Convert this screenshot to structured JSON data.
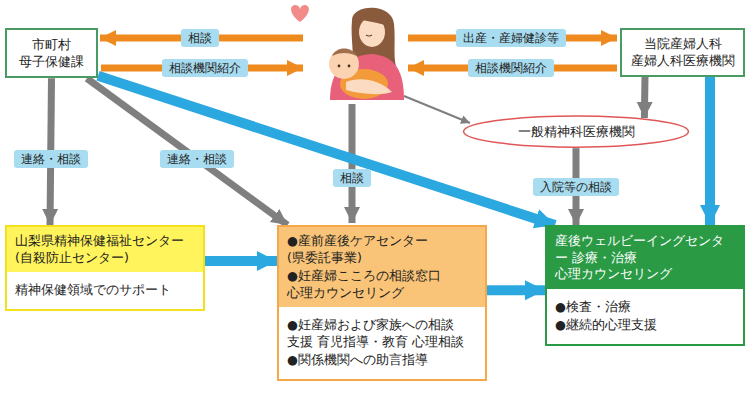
{
  "diagram": {
    "nodes": [
      {
        "text": [
          "市町村 母子保健課"
        ]
      },
      {
        "text": [
          "当院産婦人科 産婦人科医療機関"
        ]
      },
      {
        "text": [
          "一般精神科医療機関"
        ]
      },
      {
        "text": [
          "山梨県精神保健福祉センター (自殺防止センター)",
          "精神保健領域でのサポート"
        ]
      },
      {
        "text": [
          "●産前産後ケアセンター (県委託事業)",
          "●妊産婦こころの相談窓口 心理カウンセリング",
          "●妊産婦および家族への相談 支援 育児指導・教育 心理相談",
          "●関係機関への助言指導"
        ]
      },
      {
        "text": [
          "産後ウェルビーイングセンター 診療・治療 心理カウンセリング",
          "●検査・治療",
          "●継続的心理支援"
        ]
      }
    ],
    "edges": [
      {
        "from": 0,
        "to": 3,
        "label": "連絡・相談",
        "arrow": "to"
      },
      {
        "from": 0,
        "to": 4,
        "label": "連絡・相談",
        "arrow": "to"
      },
      {
        "from": 0,
        "to": 5,
        "arrow": "to"
      },
      {
        "from": 1,
        "to": 2,
        "arrow": "to"
      },
      {
        "from": 1,
        "to": 5,
        "arrow": "to"
      },
      {
        "from": 2,
        "to": 5,
        "label": "入院等の相談",
        "arrow": "to"
      },
      {
        "from": 3,
        "to": 4,
        "arrow": "to"
      },
      {
        "from": 4,
        "to": 5,
        "arrow": "to"
      }
    ],
    "labels": [
      "相談",
      "相談機関紹介",
      "出産・産婦健診等",
      "相談機関紹介",
      "相談"
    ]
  }
}
